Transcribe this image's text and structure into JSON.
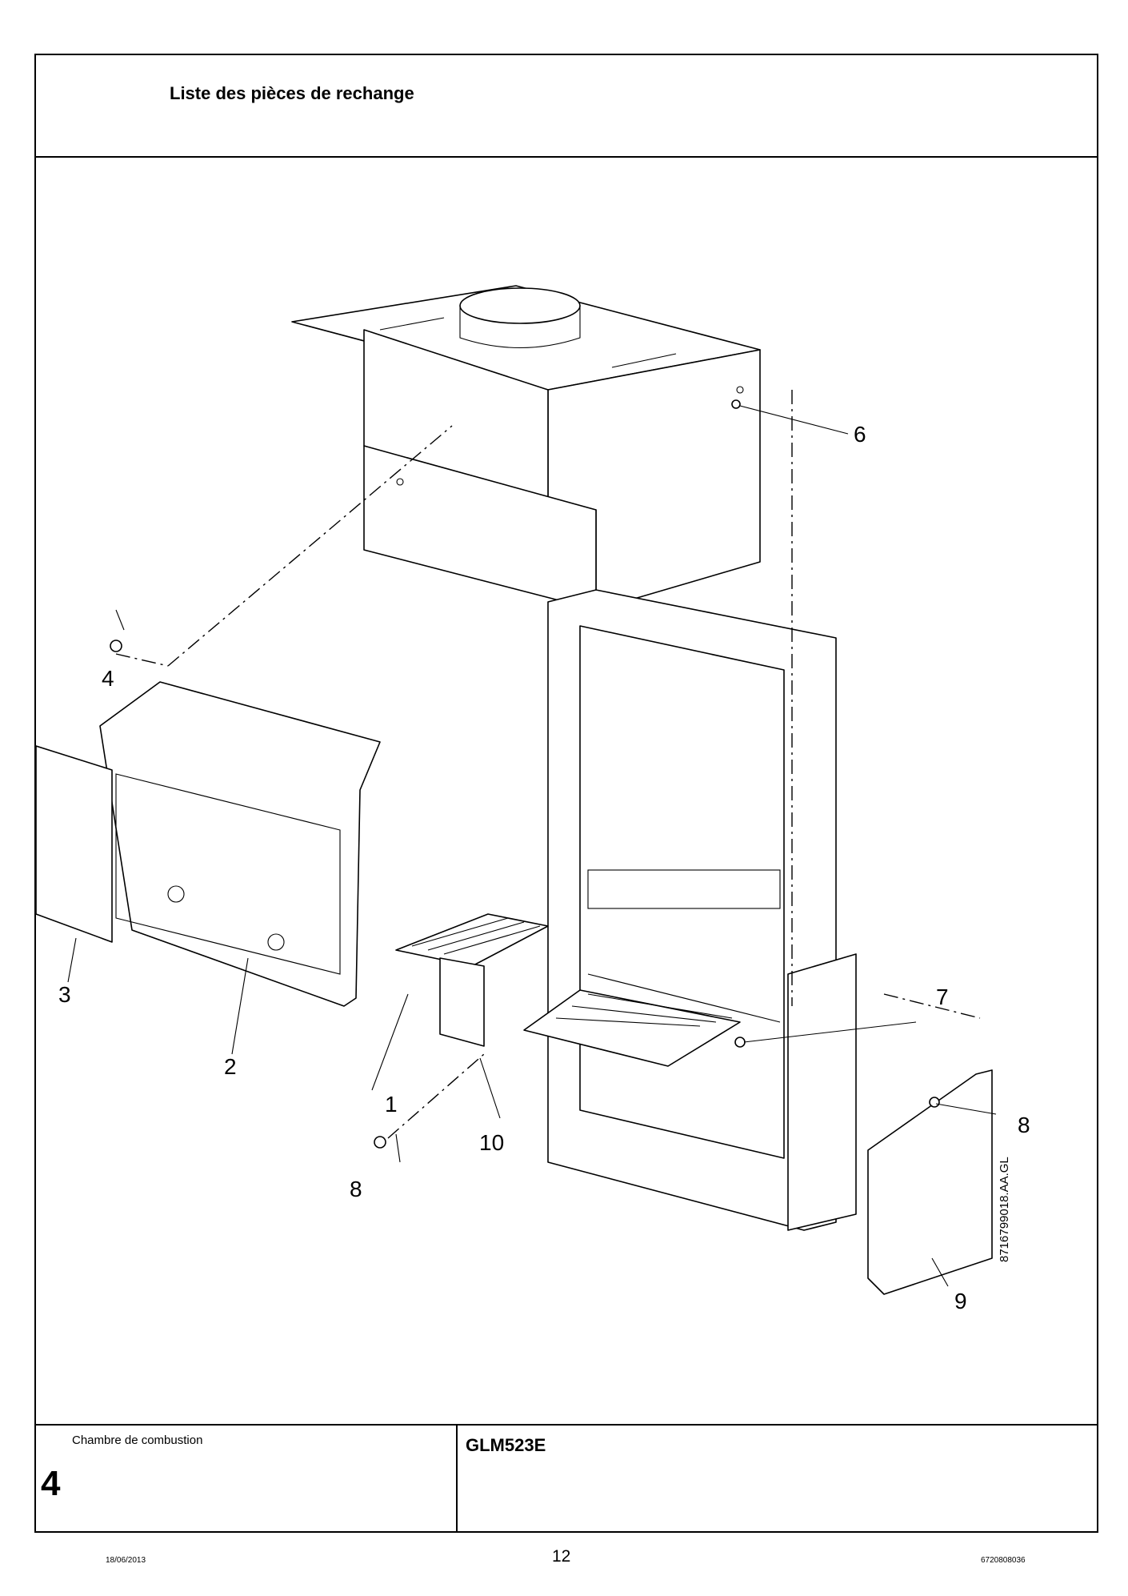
{
  "header": {
    "title": "Liste des pièces de rechange"
  },
  "drawing": {
    "callouts": [
      "1",
      "2",
      "3",
      "4",
      "6",
      "7",
      "8",
      "8",
      "9",
      "10"
    ],
    "figure_code": "8716799018.AA.GL"
  },
  "footer": {
    "caption": "Chambre de combustion",
    "section_number": "4",
    "model": "GLM523E"
  },
  "page": {
    "date": "18/06/2013",
    "number": "12",
    "doc_code": "6720808036"
  },
  "icons": [
    "exploded-view-drawing"
  ]
}
